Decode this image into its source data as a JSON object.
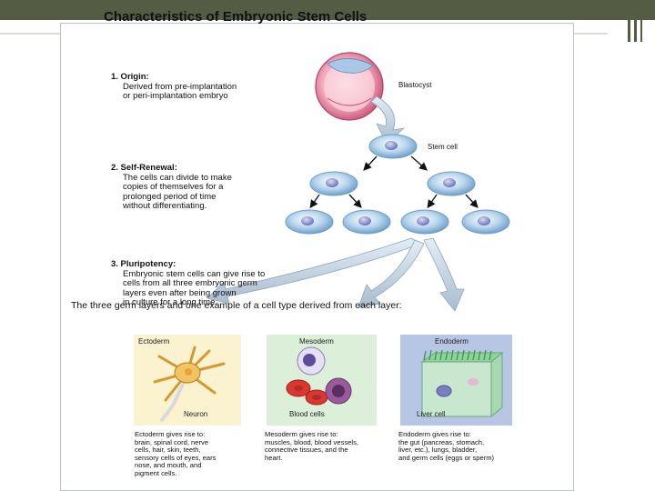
{
  "title": "Characteristics of Embryonic Stem Cells",
  "sections": [
    {
      "heading": "1. Origin:",
      "text": [
        "Derived from pre-implantation",
        "or peri-implantation embryo"
      ]
    },
    {
      "heading": "2. Self-Renewal:",
      "text": [
        "The cells can divide to make",
        "copies of themselves for a",
        "prolonged period of time",
        "without differentiating."
      ]
    },
    {
      "heading": "3. Pluripotency:",
      "text": [
        "Embryonic stem cells can give rise to",
        "cells from all three embryonic germ",
        "layers even after being grown",
        "in culture for a long time."
      ]
    }
  ],
  "labels": {
    "blastocyst": "Blastocyst",
    "stem_cell": "Stem cell"
  },
  "germ_caption": "The three germ layers and one example of a cell type derived from each layer:",
  "panels": [
    {
      "name": "Ectoderm",
      "cell": "Neuron",
      "color": "#fbf3cf",
      "desc": [
        "Ectoderm gives rise to:",
        "brain, spinal cord, nerve",
        "cells, hair, skin, teeth,",
        "sensory cells of eyes, ears",
        "nose, and mouth, and",
        "pigment cells."
      ]
    },
    {
      "name": "Mesoderm",
      "cell": "Blood cells",
      "color": "#dcefd9",
      "desc": [
        "Mesoderm gives rise to:",
        "muscles, blood, blood vessels,",
        "connective tissues, and the",
        "heart."
      ]
    },
    {
      "name": "Endoderm",
      "cell": "Liver cell",
      "color": "#b8c6e6",
      "desc": [
        "Endoderm gives rise to:",
        "the gut (pancreas, stomach,",
        "liver, etc.), lungs, bladder,",
        "and germ cells (eggs or sperm)"
      ]
    }
  ]
}
